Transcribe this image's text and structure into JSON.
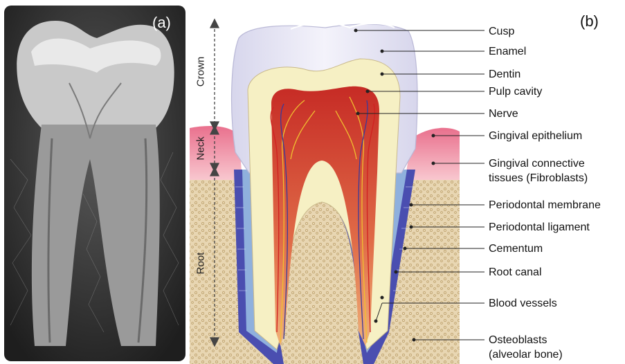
{
  "panels": {
    "a": {
      "label": "(a)"
    },
    "b": {
      "label": "(b)"
    }
  },
  "regions": {
    "crown": "Crown",
    "neck": "Neck",
    "root": "Root"
  },
  "callouts": {
    "cusp": "Cusp",
    "enamel": "Enamel",
    "dentin": "Dentin",
    "pulp_cavity": "Pulp cavity",
    "nerve": "Nerve",
    "gingival_epithelium": "Gingival epithelium",
    "gingival_connective_1": "Gingival connective",
    "gingival_connective_2": "tissues (Fibroblasts)",
    "periodontal_membrane": "Periodontal membrane",
    "periodontal_ligament": "Periodontal ligament",
    "cementum": "Cementum",
    "root_canal": "Root canal",
    "blood_vessels": "Blood vessels",
    "osteoblasts_1": "Osteoblasts",
    "osteoblasts_2": "(alveolar bone)"
  },
  "colors": {
    "enamel": "#e9e8f4",
    "dentin": "#f6f0c4",
    "pulp": "#d9453a",
    "bone": "#e6d3ae",
    "gum": "#ef9fb0",
    "periodontal": "#4b4fb0",
    "cementum": "#8fb0dd"
  }
}
